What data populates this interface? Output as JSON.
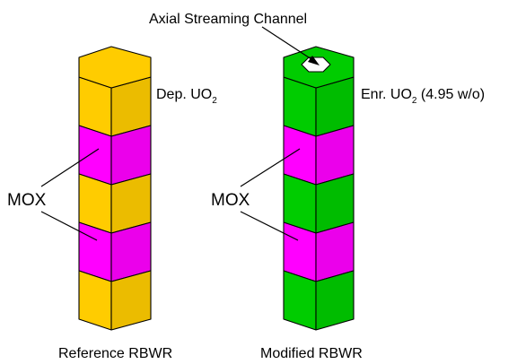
{
  "colors": {
    "depleted_uo2": "#FFCC00",
    "mox": "#FF00FF",
    "enriched_uo2": "#00CC00",
    "channel": "#FFFFFF",
    "outline": "#000000"
  },
  "labels": {
    "axial_channel": "Axial Streaming Channel",
    "dep_uo2_prefix": "Dep. UO",
    "dep_uo2_sub": "2",
    "enr_uo2_prefix": "Enr. UO",
    "enr_uo2_sub": "2",
    "enr_uo2_suffix": " (4.95 w/o)",
    "mox_left": "MOX",
    "mox_right": "MOX",
    "reference_caption": "Reference RBWR",
    "modified_caption": "Modified RBWR"
  },
  "assemblies": [
    {
      "name": "reference",
      "segments": [
        "depleted_uo2",
        "mox",
        "depleted_uo2",
        "mox",
        "depleted_uo2"
      ],
      "channel": false
    },
    {
      "name": "modified",
      "segments": [
        "enriched_uo2",
        "mox",
        "enriched_uo2",
        "mox",
        "enriched_uo2"
      ],
      "channel": true
    }
  ]
}
